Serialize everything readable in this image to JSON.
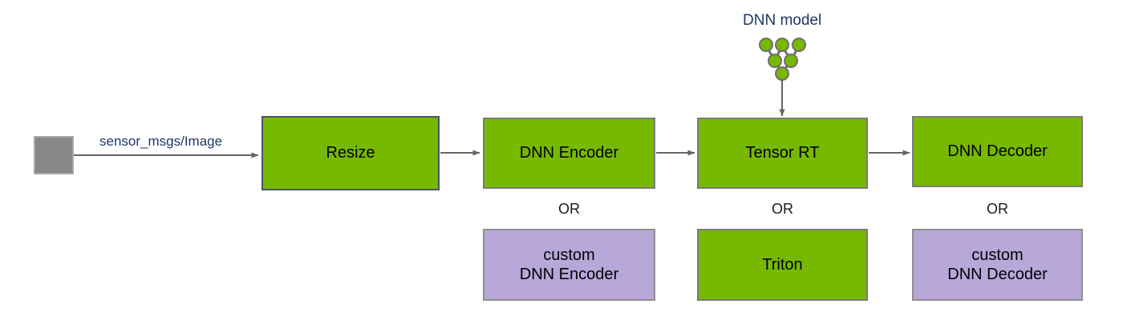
{
  "diagram": {
    "title_text": "DNN model",
    "source_node": {
      "name": "camera-source-swatch",
      "label": ""
    },
    "edges": [
      {
        "id": "sensor-edge",
        "label": "sensor_msgs/Image"
      },
      {
        "id": "resize-to-encoder",
        "label": ""
      },
      {
        "id": "encoder-to-tensorrt",
        "label": ""
      },
      {
        "id": "tensorrt-to-decoder",
        "label": ""
      },
      {
        "id": "model-to-tensorrt",
        "label": ""
      }
    ],
    "pipeline": [
      {
        "id": "resize",
        "label": "Resize",
        "color": "#76b900"
      },
      {
        "id": "dnn-encoder",
        "label": "DNN Encoder",
        "color": "#76b900"
      },
      {
        "id": "tensor-rt",
        "label": "Tensor RT",
        "color": "#76b900"
      },
      {
        "id": "dnn-decoder",
        "label": "DNN Decoder",
        "color": "#76b900"
      }
    ],
    "or_labels": [
      {
        "id": "or-encoder",
        "label": "OR"
      },
      {
        "id": "or-tensorrt",
        "label": "OR"
      },
      {
        "id": "or-decoder",
        "label": "OR"
      }
    ],
    "alternatives": [
      {
        "id": "custom-dnn-encoder",
        "label": "custom\nDNN Encoder",
        "color": "#b8a7d9"
      },
      {
        "id": "triton",
        "label": "Triton",
        "color": "#76b900"
      },
      {
        "id": "custom-dnn-decoder",
        "label": "custom\nDNN Decoder",
        "color": "#b8a7d9"
      }
    ],
    "colors": {
      "green": "#76b900",
      "purple": "#b8a7d9",
      "gray_swatch": "#888888",
      "border_gray": "#7b7b7b",
      "border_blue": "#4a5568",
      "arrow": "#666666",
      "label_blue": "#1f3864",
      "background": "#ffffff"
    },
    "model_icon": {
      "name": "dnn-model-node-graph",
      "node_color": "#76b900",
      "node_border": "#6e6e6e",
      "rows": [
        3,
        2,
        1
      ]
    }
  }
}
